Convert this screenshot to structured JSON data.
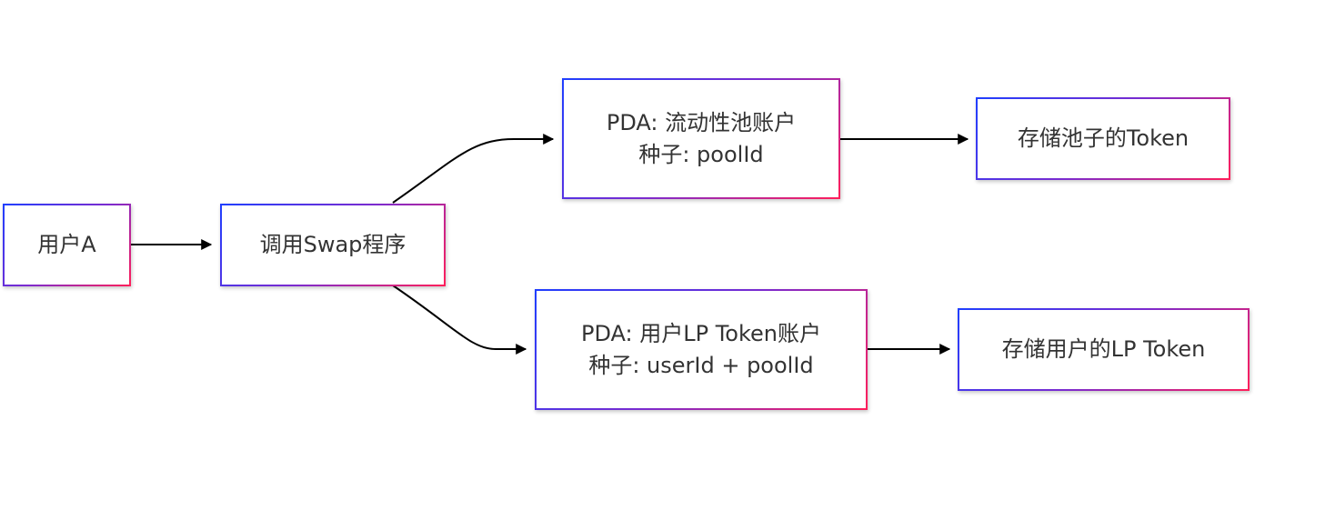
{
  "diagram": {
    "nodes": {
      "user_a": {
        "lines": [
          "用户A"
        ]
      },
      "swap_program": {
        "lines": [
          "调用Swap程序"
        ]
      },
      "pool_pda": {
        "lines": [
          "PDA: 流动性池账户",
          "种子: poolId"
        ]
      },
      "pool_token": {
        "lines": [
          "存储池子的Token"
        ]
      },
      "lp_pda": {
        "lines": [
          "PDA: 用户LP Token账户",
          "种子: userId + poolId"
        ]
      },
      "lp_token": {
        "lines": [
          "存储用户的LP Token"
        ]
      }
    },
    "edges": [
      {
        "from": "user_a",
        "to": "swap_program"
      },
      {
        "from": "swap_program",
        "to": "pool_pda"
      },
      {
        "from": "swap_program",
        "to": "lp_pda"
      },
      {
        "from": "pool_pda",
        "to": "pool_token"
      },
      {
        "from": "lp_pda",
        "to": "lp_token"
      }
    ],
    "colors": {
      "border_start": "#1f3fff",
      "border_end": "#ff1f5a",
      "edge": "#000000",
      "text": "#333333"
    }
  }
}
